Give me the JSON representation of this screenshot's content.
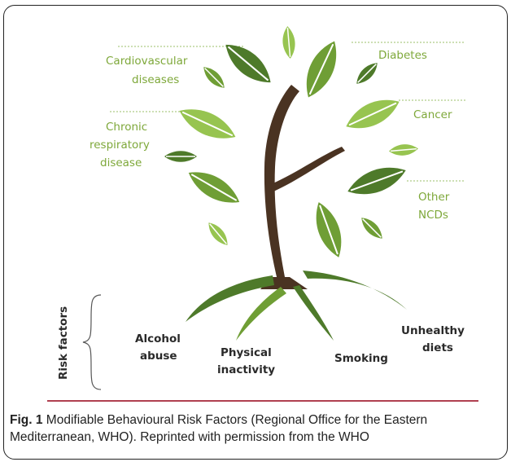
{
  "diagram": {
    "ncd_labels": {
      "cardio_1": "Cardiovascular",
      "cardio_2": "diseases",
      "chronic_1": "Chronic",
      "chronic_2": "respiratory",
      "chronic_3": "disease",
      "diabetes": "Diabetes",
      "cancer": "Cancer",
      "other_1": "Other",
      "other_2": "NCDs"
    },
    "risk_axis_label": "Risk factors",
    "risk_labels": {
      "alcohol_1": "Alcohol",
      "alcohol_2": "abuse",
      "physical_1": "Physical",
      "physical_2": "inactivity",
      "smoking": "Smoking",
      "diets_1": "Unhealthy",
      "diets_2": "diets"
    },
    "colors": {
      "trunk": "#4a3322",
      "leaf_dark": "#4e7a2a",
      "leaf_mid": "#6f9e35",
      "leaf_light": "#97c450",
      "label_green": "#7ea83a"
    }
  },
  "caption": {
    "fig_label": "Fig. 1",
    "text": "Modifiable Behavioural Risk Factors (Regional Office for the Eastern Mediterranean, WHO). Reprinted with permission from the WHO"
  }
}
